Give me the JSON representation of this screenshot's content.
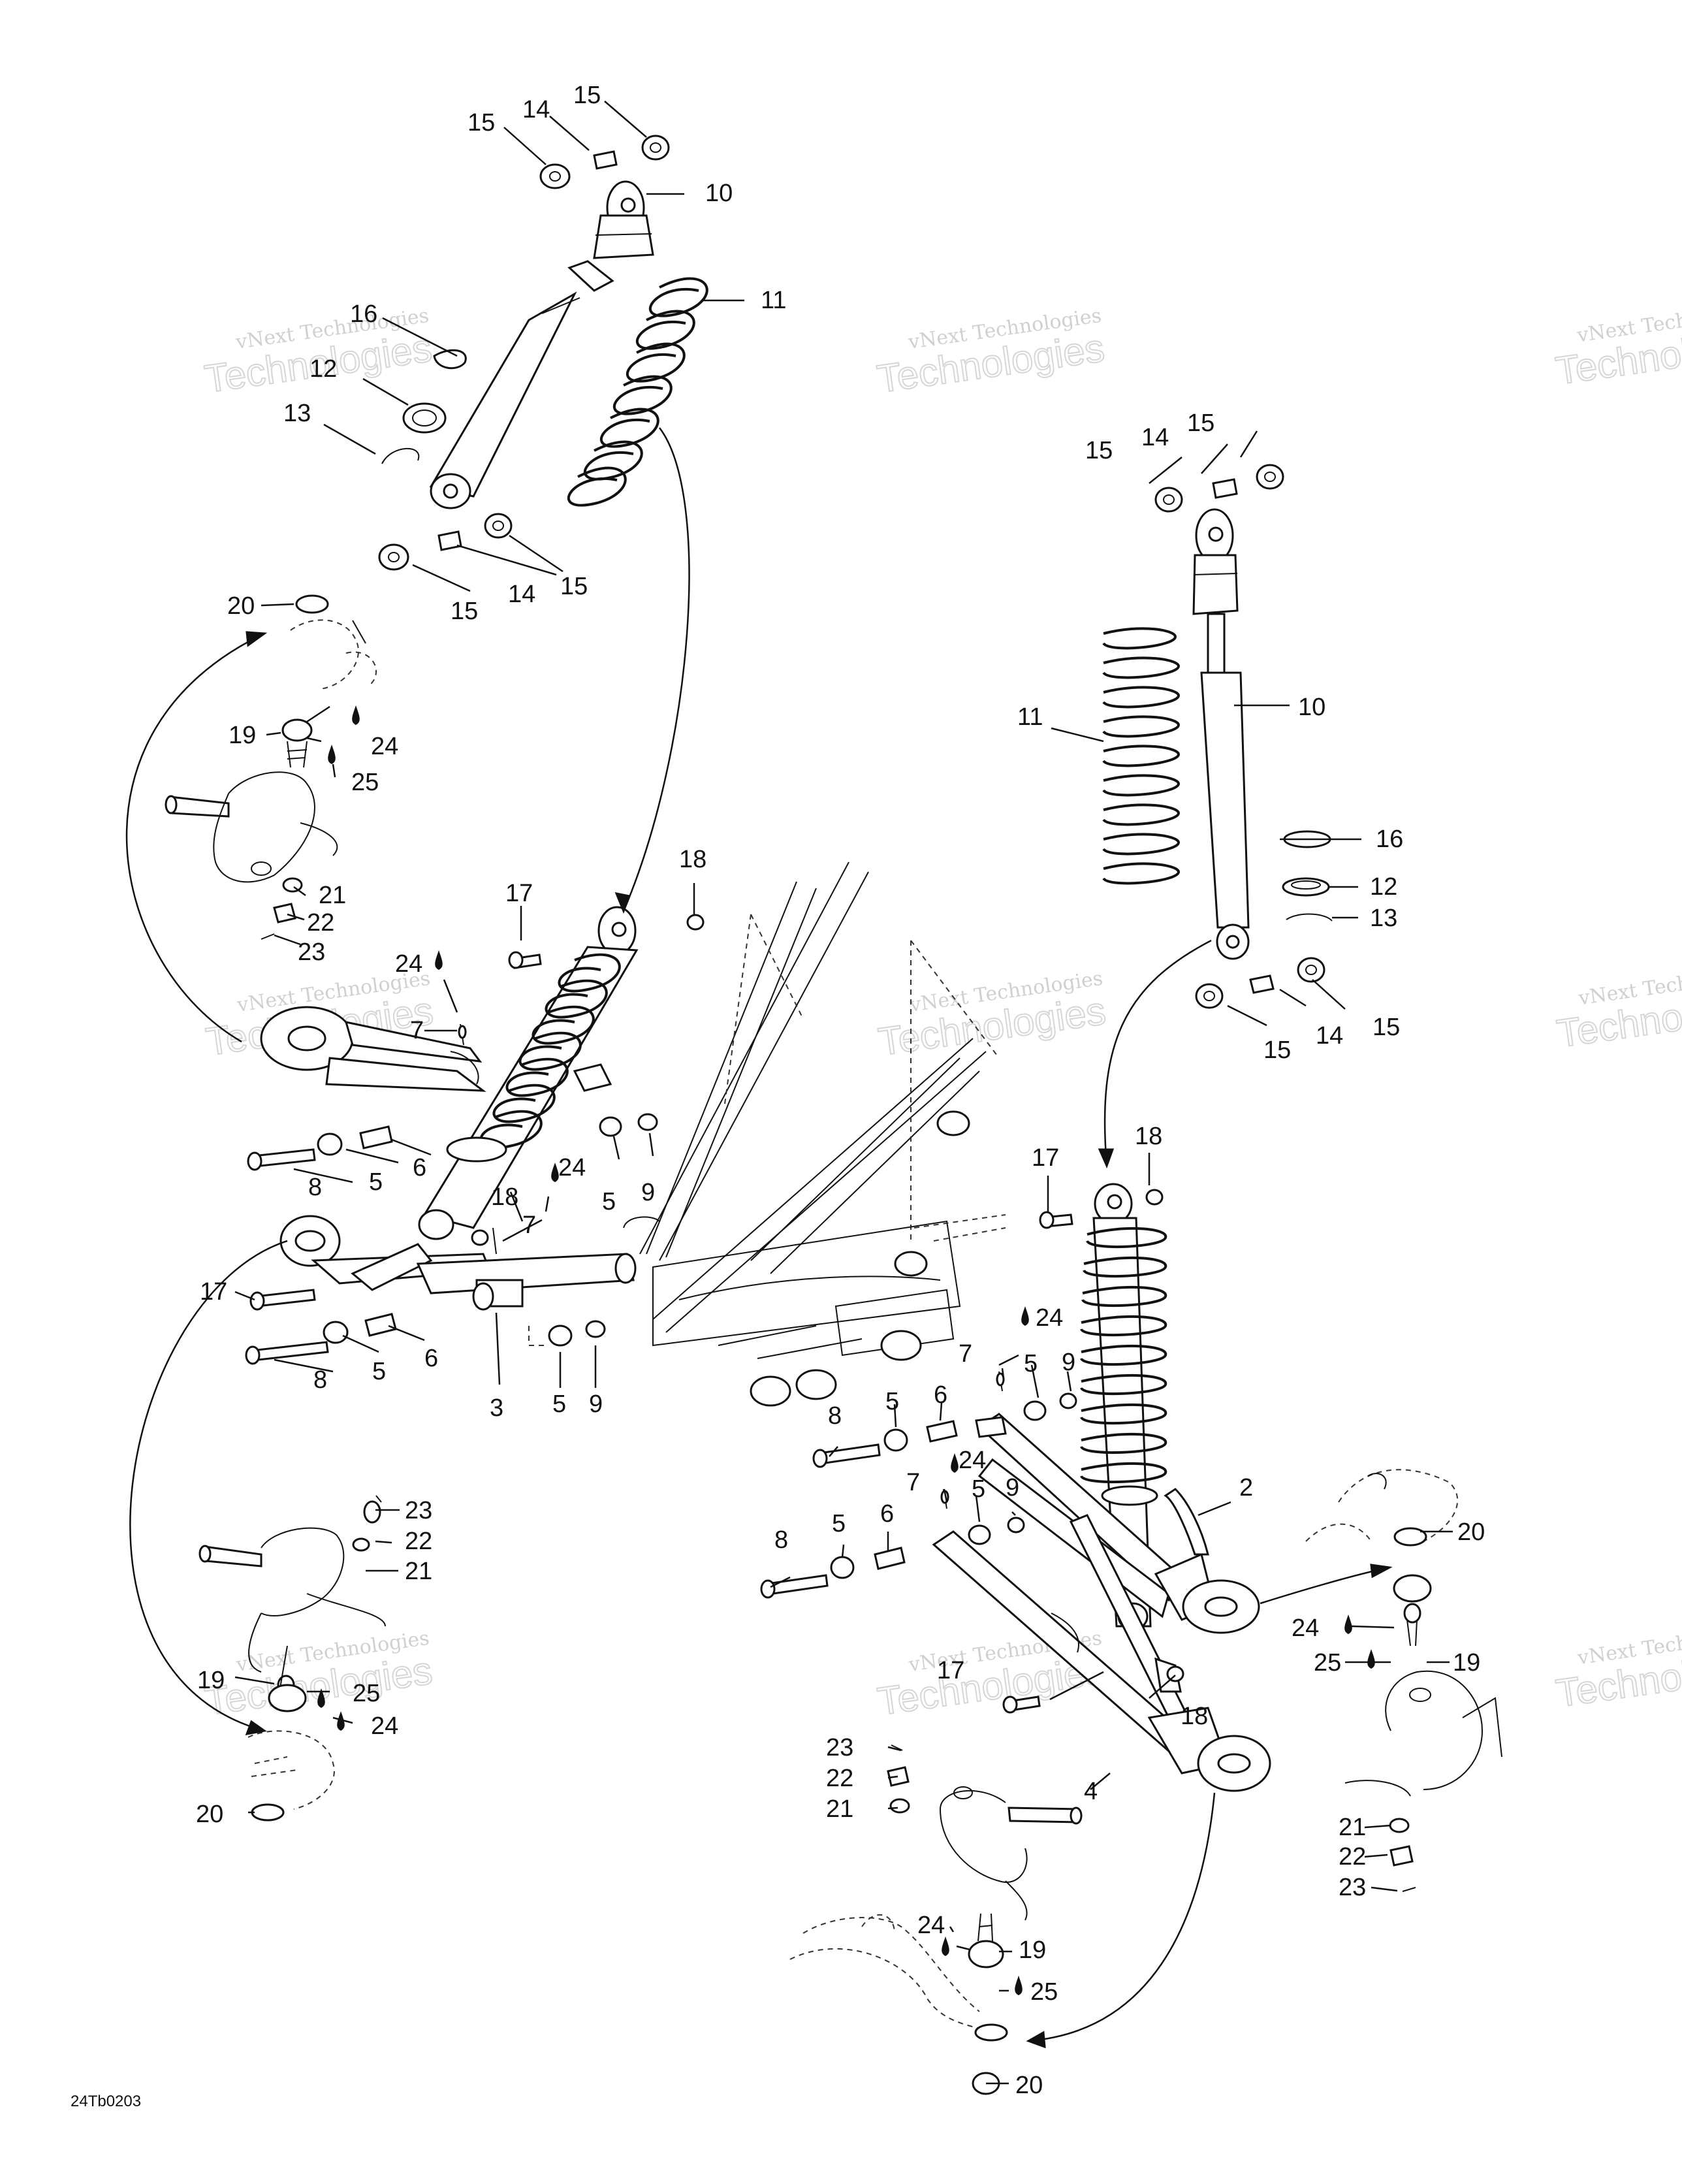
{
  "diagram": {
    "drawing_code": "24Tb0203",
    "watermark": {
      "small_text": "vNext Technologies",
      "big_text": "Technologies"
    },
    "callouts": [
      {
        "id": "c1",
        "text": "15"
      },
      {
        "id": "c2",
        "text": "14"
      },
      {
        "id": "c3",
        "text": "15"
      },
      {
        "id": "c4",
        "text": "10"
      },
      {
        "id": "c5",
        "text": "11"
      },
      {
        "id": "c6",
        "text": "16"
      },
      {
        "id": "c7",
        "text": "12"
      },
      {
        "id": "c8",
        "text": "13"
      },
      {
        "id": "c9",
        "text": "15"
      },
      {
        "id": "c10",
        "text": "14"
      },
      {
        "id": "c11",
        "text": "15"
      },
      {
        "id": "c12",
        "text": "20"
      },
      {
        "id": "c13",
        "text": "19"
      },
      {
        "id": "c14",
        "text": "24"
      },
      {
        "id": "c15",
        "text": "25"
      },
      {
        "id": "c16",
        "text": "21"
      },
      {
        "id": "c17",
        "text": "22"
      },
      {
        "id": "c18",
        "text": "23"
      },
      {
        "id": "c19",
        "text": "17"
      },
      {
        "id": "c20",
        "text": "18"
      },
      {
        "id": "c21",
        "text": "24"
      },
      {
        "id": "c22",
        "text": "7"
      },
      {
        "id": "c23",
        "text": "6"
      },
      {
        "id": "c24",
        "text": "5"
      },
      {
        "id": "c25",
        "text": "8"
      },
      {
        "id": "c26",
        "text": "5"
      },
      {
        "id": "c27",
        "text": "9"
      },
      {
        "id": "c28",
        "text": "24"
      },
      {
        "id": "c29",
        "text": "18"
      },
      {
        "id": "c30",
        "text": "7"
      },
      {
        "id": "c31",
        "text": "17"
      },
      {
        "id": "c32",
        "text": "6"
      },
      {
        "id": "c33",
        "text": "5"
      },
      {
        "id": "c34",
        "text": "8"
      },
      {
        "id": "c35",
        "text": "3"
      },
      {
        "id": "c36",
        "text": "5"
      },
      {
        "id": "c37",
        "text": "9"
      },
      {
        "id": "c38",
        "text": "23"
      },
      {
        "id": "c39",
        "text": "22"
      },
      {
        "id": "c40",
        "text": "21"
      },
      {
        "id": "c41",
        "text": "19"
      },
      {
        "id": "c42",
        "text": "25"
      },
      {
        "id": "c43",
        "text": "24"
      },
      {
        "id": "c44",
        "text": "20"
      },
      {
        "id": "c45",
        "text": "15"
      },
      {
        "id": "c46",
        "text": "14"
      },
      {
        "id": "c47",
        "text": "15"
      },
      {
        "id": "c48",
        "text": "11"
      },
      {
        "id": "c49",
        "text": "10"
      },
      {
        "id": "c50",
        "text": "16"
      },
      {
        "id": "c51",
        "text": "12"
      },
      {
        "id": "c52",
        "text": "13"
      },
      {
        "id": "c53",
        "text": "15"
      },
      {
        "id": "c54",
        "text": "14"
      },
      {
        "id": "c55",
        "text": "15"
      },
      {
        "id": "c56",
        "text": "17"
      },
      {
        "id": "c57",
        "text": "18"
      },
      {
        "id": "c58",
        "text": "24"
      },
      {
        "id": "c59",
        "text": "7"
      },
      {
        "id": "c60",
        "text": "5"
      },
      {
        "id": "c61",
        "text": "9"
      },
      {
        "id": "c62",
        "text": "8"
      },
      {
        "id": "c63",
        "text": "5"
      },
      {
        "id": "c64",
        "text": "6"
      },
      {
        "id": "c65",
        "text": "7"
      },
      {
        "id": "c66",
        "text": "24"
      },
      {
        "id": "c67",
        "text": "5"
      },
      {
        "id": "c68",
        "text": "9"
      },
      {
        "id": "c69",
        "text": "2"
      },
      {
        "id": "c70",
        "text": "8"
      },
      {
        "id": "c71",
        "text": "5"
      },
      {
        "id": "c72",
        "text": "6"
      },
      {
        "id": "c73",
        "text": "20"
      },
      {
        "id": "c74",
        "text": "24"
      },
      {
        "id": "c75",
        "text": "19"
      },
      {
        "id": "c76",
        "text": "25"
      },
      {
        "id": "c77",
        "text": "17"
      },
      {
        "id": "c78",
        "text": "18"
      },
      {
        "id": "c79",
        "text": "23"
      },
      {
        "id": "c80",
        "text": "22"
      },
      {
        "id": "c81",
        "text": "21"
      },
      {
        "id": "c82",
        "text": "4"
      },
      {
        "id": "c83",
        "text": "21"
      },
      {
        "id": "c84",
        "text": "22"
      },
      {
        "id": "c85",
        "text": "23"
      },
      {
        "id": "c86",
        "text": "24"
      },
      {
        "id": "c87",
        "text": "19"
      },
      {
        "id": "c88",
        "text": "25"
      },
      {
        "id": "c89",
        "text": "20"
      }
    ]
  }
}
